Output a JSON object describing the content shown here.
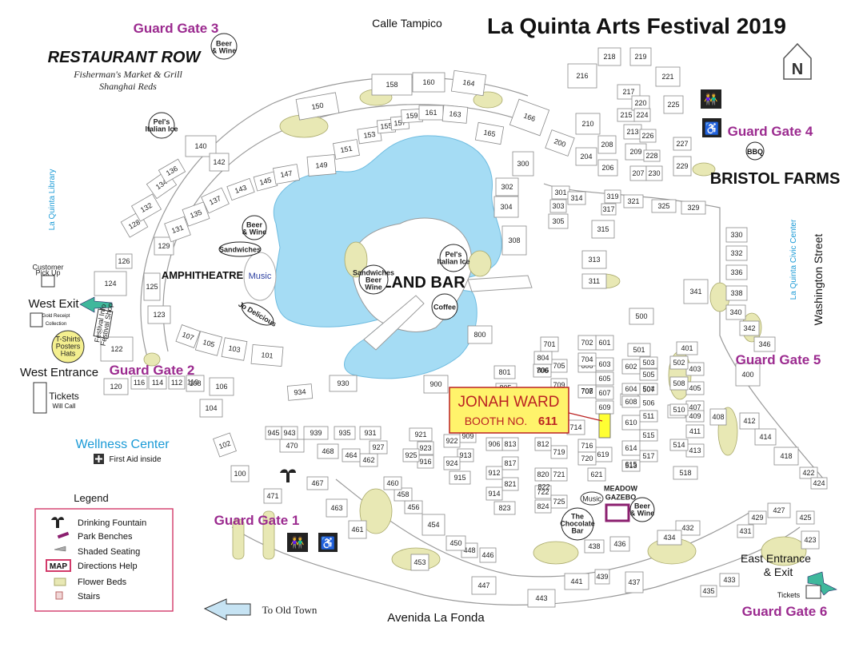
{
  "title": "La Quinta Arts Festival 2019",
  "streets": {
    "north": "Calle Tampico",
    "south": "Avenida La Fonda",
    "east": "Washington Street",
    "to_old_town": "To Old Town"
  },
  "gates": [
    "Guard Gate 1",
    "Guard Gate 2",
    "Guard Gate 3",
    "Guard Gate 4",
    "Guard Gate 5",
    "Guard Gate 6"
  ],
  "areas": {
    "restaurant_row": "RESTAURANT ROW",
    "restaurants": [
      "Fisherman's Market & Grill",
      "Shanghai Reds"
    ],
    "amphitheatre": "AMPHITHEATRE",
    "island_bar": "ISLAND BAR",
    "bristol_farms": "BRISTOL FARMS",
    "bbq": "BBQ",
    "wellness_center": "Wellness Center",
    "first_aid": "First Aid inside",
    "la_quinta_library": "La Quinta Library",
    "civic_center": "La Quinta Civic Center",
    "west_exit": "West Exit",
    "west_entrance": "West Entrance",
    "east_entrance_exit": [
      "East Entrance",
      "& Exit"
    ],
    "tickets": "Tickets",
    "will_call": "Will Call",
    "customer_pickup": [
      "Customer",
      "Pick Up"
    ],
    "gold_receipt": [
      "Gold Receipt",
      "Collection"
    ],
    "festival_info": [
      "Festival Info",
      "Festival Shop"
    ],
    "tshirts": [
      "T-Shirts",
      "Posters",
      "Hats"
    ],
    "meadow_gazebo": [
      "MEADOW",
      "GAZEBO"
    ],
    "music": "Music"
  },
  "vendors": {
    "beer_wine": [
      "Beer",
      "& Wine"
    ],
    "pels_italian_ice": [
      "Pel's",
      "Italian Ice"
    ],
    "sandwiches": "Sandwiches",
    "jo_delicious": "Jo Delicious",
    "sandwiches_beer_wine": [
      "Sandwiches",
      "Beer",
      "Wine"
    ],
    "coffee": "Coffee",
    "chocolate_bar": [
      "The",
      "Chocolate",
      "Bar"
    ]
  },
  "highlight": {
    "name": "JONAH WARD",
    "booth_label": "BOOTH NO.",
    "booth_number": "611"
  },
  "legend": {
    "title": "Legend",
    "items": [
      "Drinking Fountain",
      "Park Benches",
      "Shaded Seating",
      "Directions Help",
      "Flower Beds",
      "Stairs"
    ],
    "map_badge": "MAP"
  },
  "booths": [
    "100",
    "101",
    "102",
    "103",
    "104",
    "105",
    "106",
    "107",
    "108",
    "110",
    "112",
    "114",
    "116",
    "120",
    "122",
    "123",
    "124",
    "125",
    "126",
    "128",
    "129",
    "131",
    "132",
    "134",
    "135",
    "136",
    "137",
    "140",
    "142",
    "143",
    "145",
    "147",
    "149",
    "150",
    "151",
    "153",
    "155",
    "157",
    "158",
    "159",
    "160",
    "161",
    "163",
    "164",
    "165",
    "166",
    "200",
    "204",
    "206",
    "208",
    "207",
    "209",
    "210",
    "213",
    "215",
    "216",
    "217",
    "218",
    "219",
    "220",
    "221",
    "224",
    "225",
    "226",
    "227",
    "228",
    "229",
    "230",
    "300",
    "301",
    "302",
    "303",
    "304",
    "305",
    "308",
    "311",
    "313",
    "314",
    "315",
    "317",
    "319",
    "321",
    "325",
    "329",
    "330",
    "332",
    "336",
    "338",
    "340",
    "341",
    "342",
    "346",
    "400",
    "401",
    "403",
    "405",
    "407",
    "408",
    "409",
    "410",
    "411",
    "412",
    "413",
    "414",
    "418",
    "422",
    "423",
    "424",
    "425",
    "427",
    "429",
    "431",
    "432",
    "433",
    "434",
    "435",
    "436",
    "437",
    "438",
    "439",
    "441",
    "443",
    "446",
    "447",
    "448",
    "450",
    "453",
    "454",
    "456",
    "458",
    "460",
    "461",
    "462",
    "463",
    "464",
    "467",
    "468",
    "470",
    "471",
    "500",
    "501",
    "502",
    "503",
    "504",
    "505",
    "506",
    "507",
    "508",
    "509",
    "510",
    "511",
    "513",
    "514",
    "515",
    "517",
    "518",
    "601",
    "602",
    "603",
    "604",
    "605",
    "606",
    "607",
    "608",
    "609",
    "610",
    "611",
    "614",
    "615",
    "619",
    "621",
    "701",
    "702",
    "704",
    "705",
    "706",
    "707",
    "708",
    "709",
    "712",
    "714",
    "716",
    "719",
    "720",
    "721",
    "722",
    "725",
    "800",
    "801",
    "803",
    "804",
    "805",
    "806",
    "812",
    "813",
    "817",
    "820",
    "821",
    "822",
    "823",
    "824",
    "900",
    "906",
    "909",
    "912",
    "913",
    "914",
    "915",
    "916",
    "921",
    "922",
    "923",
    "924",
    "925",
    "927",
    "930",
    "931",
    "934",
    "935",
    "939",
    "943",
    "945"
  ]
}
